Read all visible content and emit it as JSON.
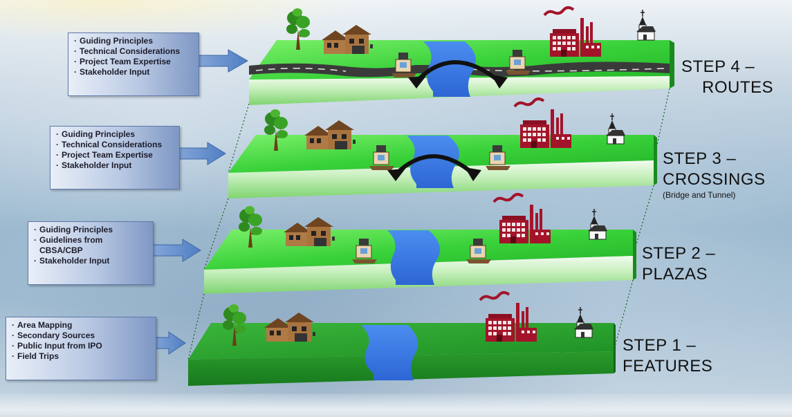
{
  "steps": [
    {
      "title_line1": "STEP 4 –",
      "title_line2": "ROUTES",
      "subtitle": "",
      "inputs": [
        "Guiding Principles",
        "Technical Considerations",
        "Project Team Expertise",
        "Stakeholder Input"
      ]
    },
    {
      "title_line1": "STEP 3 –",
      "title_line2": "CROSSINGS",
      "subtitle": "(Bridge and Tunnel)",
      "inputs": [
        "Guiding Principles",
        "Technical Considerations",
        "Project Team Expertise",
        "Stakeholder Input"
      ]
    },
    {
      "title_line1": "STEP 2 –",
      "title_line2": "PLAZAS",
      "subtitle": "",
      "inputs": [
        "Guiding Principles",
        "Guidelines from",
        "CBSA/CBP",
        "Stakeholder Input"
      ]
    },
    {
      "title_line1": "STEP 1 –",
      "title_line2": "FEATURES",
      "subtitle": "",
      "inputs": [
        "Area Mapping",
        "Secondary Sources",
        "Public Input from IPO",
        "Field Trips"
      ]
    }
  ],
  "colors": {
    "layer_top": "#33cc33",
    "layer_top_dark": "#1f8f1f",
    "river": "#3a78e6",
    "factory": "#a3142a",
    "house": "#8a5a2b",
    "arrow": "#5b86c4"
  },
  "icons": [
    "tree-icon",
    "house-icon",
    "factory-icon",
    "church-icon",
    "river-icon",
    "plaza-booth-icon",
    "road-icon",
    "crossing-arrow-icon"
  ]
}
